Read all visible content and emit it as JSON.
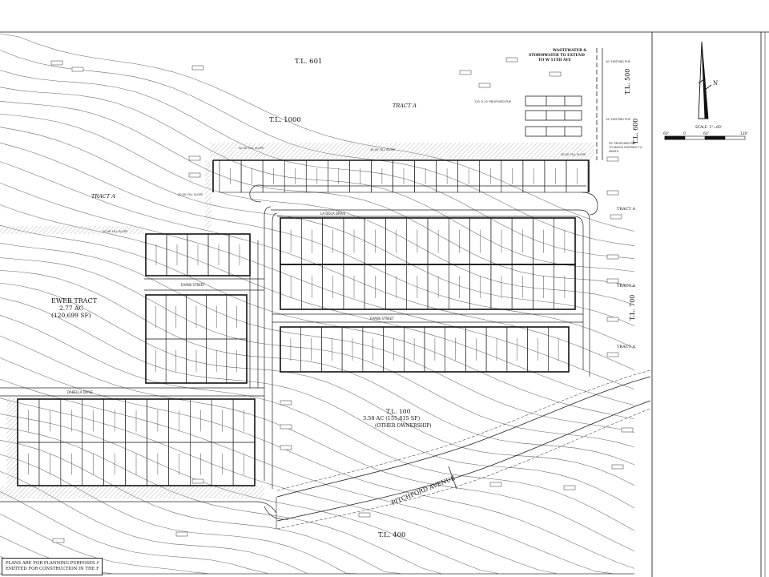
{
  "labels": {
    "tl601": "T.L. 601",
    "tl1000": "T.L. 1000",
    "tl500": "T.L. 500",
    "tl600": "T.L. 600",
    "tl700": "T.L. 700",
    "tl400": "T.L. 400",
    "tl100": "T.L. 100",
    "tl100_area": "3.58 AC (155,835 SF)",
    "tl100_owner": "(OTHER OWNERSHIP)",
    "tract_a_north": "TRACT A",
    "tract_a_west": "TRACT A",
    "tract_a_east1": "TRACT A",
    "tract_a_east2": "TRACT A",
    "tract_a_east3": "TRACT A",
    "eweb_title": "EWEB TRACT",
    "eweb_acres": "2.77 AC",
    "eweb_sf": "(120,699 SF)",
    "pitchford": "PITCHFORD AVENUE",
    "la_dola": "LA DOLA DRIVE",
    "evans1": "EVANS STREET",
    "evans2": "EVANS STREET",
    "dabella": "DABELLA DRIVE",
    "waste_note_1": "WASTEWATER &",
    "waste_note_2": "STORMWATER TO EXTEND",
    "waste_note_3": "TO W 11TH AVE",
    "fill_slope_1": "40.00' FILL SLOPE",
    "fill_slope_2": "30.00' FILL SLOPE",
    "fill_slope_3": "20.00' FILL SLOPE",
    "fill_slope_4": "20.00' FILL SLOPE",
    "fill_slope_5": "30.00' FILL SLOPE",
    "pue_1": "10' EXISTING PUE",
    "pue_2": "15' EXISTING PUE",
    "pue_3": "110' X 10' PROPOSED PUE",
    "pue_4": "30' PROPOSED PUE",
    "pue_5": "TO MATCH EXISTING TO",
    "pue_6": "NORTH",
    "scale_text": "SCALE: 1\"=60'",
    "scale_0": "60'",
    "scale_1": "0",
    "scale_2": "60'",
    "scale_3": "120'",
    "north_letter": "N"
  },
  "note": {
    "line1": "PLANS ARE FOR PLANNING PURPOSES AND ARE",
    "line2": "EMITTED FOR CONSTRUCTION IN THE FIELD."
  },
  "colors": {
    "ink": "#111111",
    "contour": "#6a6a6a",
    "hatch": "#b9b9b9"
  }
}
